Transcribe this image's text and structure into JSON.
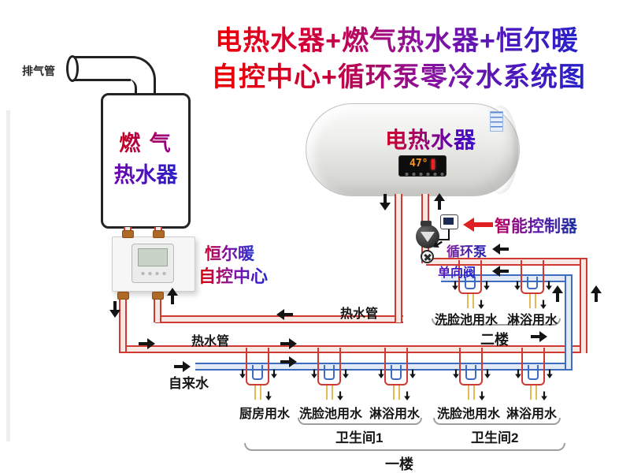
{
  "title": {
    "line1": "电热水器+燃气热水器+恒尔暖",
    "line2": "自控中心+循环泵零冷水系统图"
  },
  "gas_heater": {
    "exhaust_label": "排气管",
    "name_line1": "燃 气",
    "name_line2": "热水器"
  },
  "control_center": {
    "brand": "恒尔暖",
    "name": "自控中心"
  },
  "electric_heater": {
    "name": "电热水器",
    "display_temp": "47°"
  },
  "devices": {
    "smart_controller": "智能控制器",
    "circulation_pump": "循环泵",
    "check_valve": "单向阀"
  },
  "pipes": {
    "hot_water_upper": "热水管",
    "hot_water_lower": "热水管",
    "tap_water": "自来水"
  },
  "floor2": {
    "name": "二楼",
    "outlets": [
      "洗脸池用水",
      "淋浴用水"
    ]
  },
  "floor1": {
    "name": "一楼",
    "outlets": [
      "厨房用水",
      "洗脸池用水",
      "淋浴用水",
      "洗脸池用水",
      "淋浴用水"
    ],
    "bathroom1": "卫生间1",
    "bathroom2": "卫生间2"
  },
  "colors": {
    "hot_pipe": "#cf3a33",
    "cold_pipe": "#3d6cc0",
    "faucet": "#dfba55",
    "title_red": "#ee0000",
    "title_blue": "#2222cc"
  }
}
